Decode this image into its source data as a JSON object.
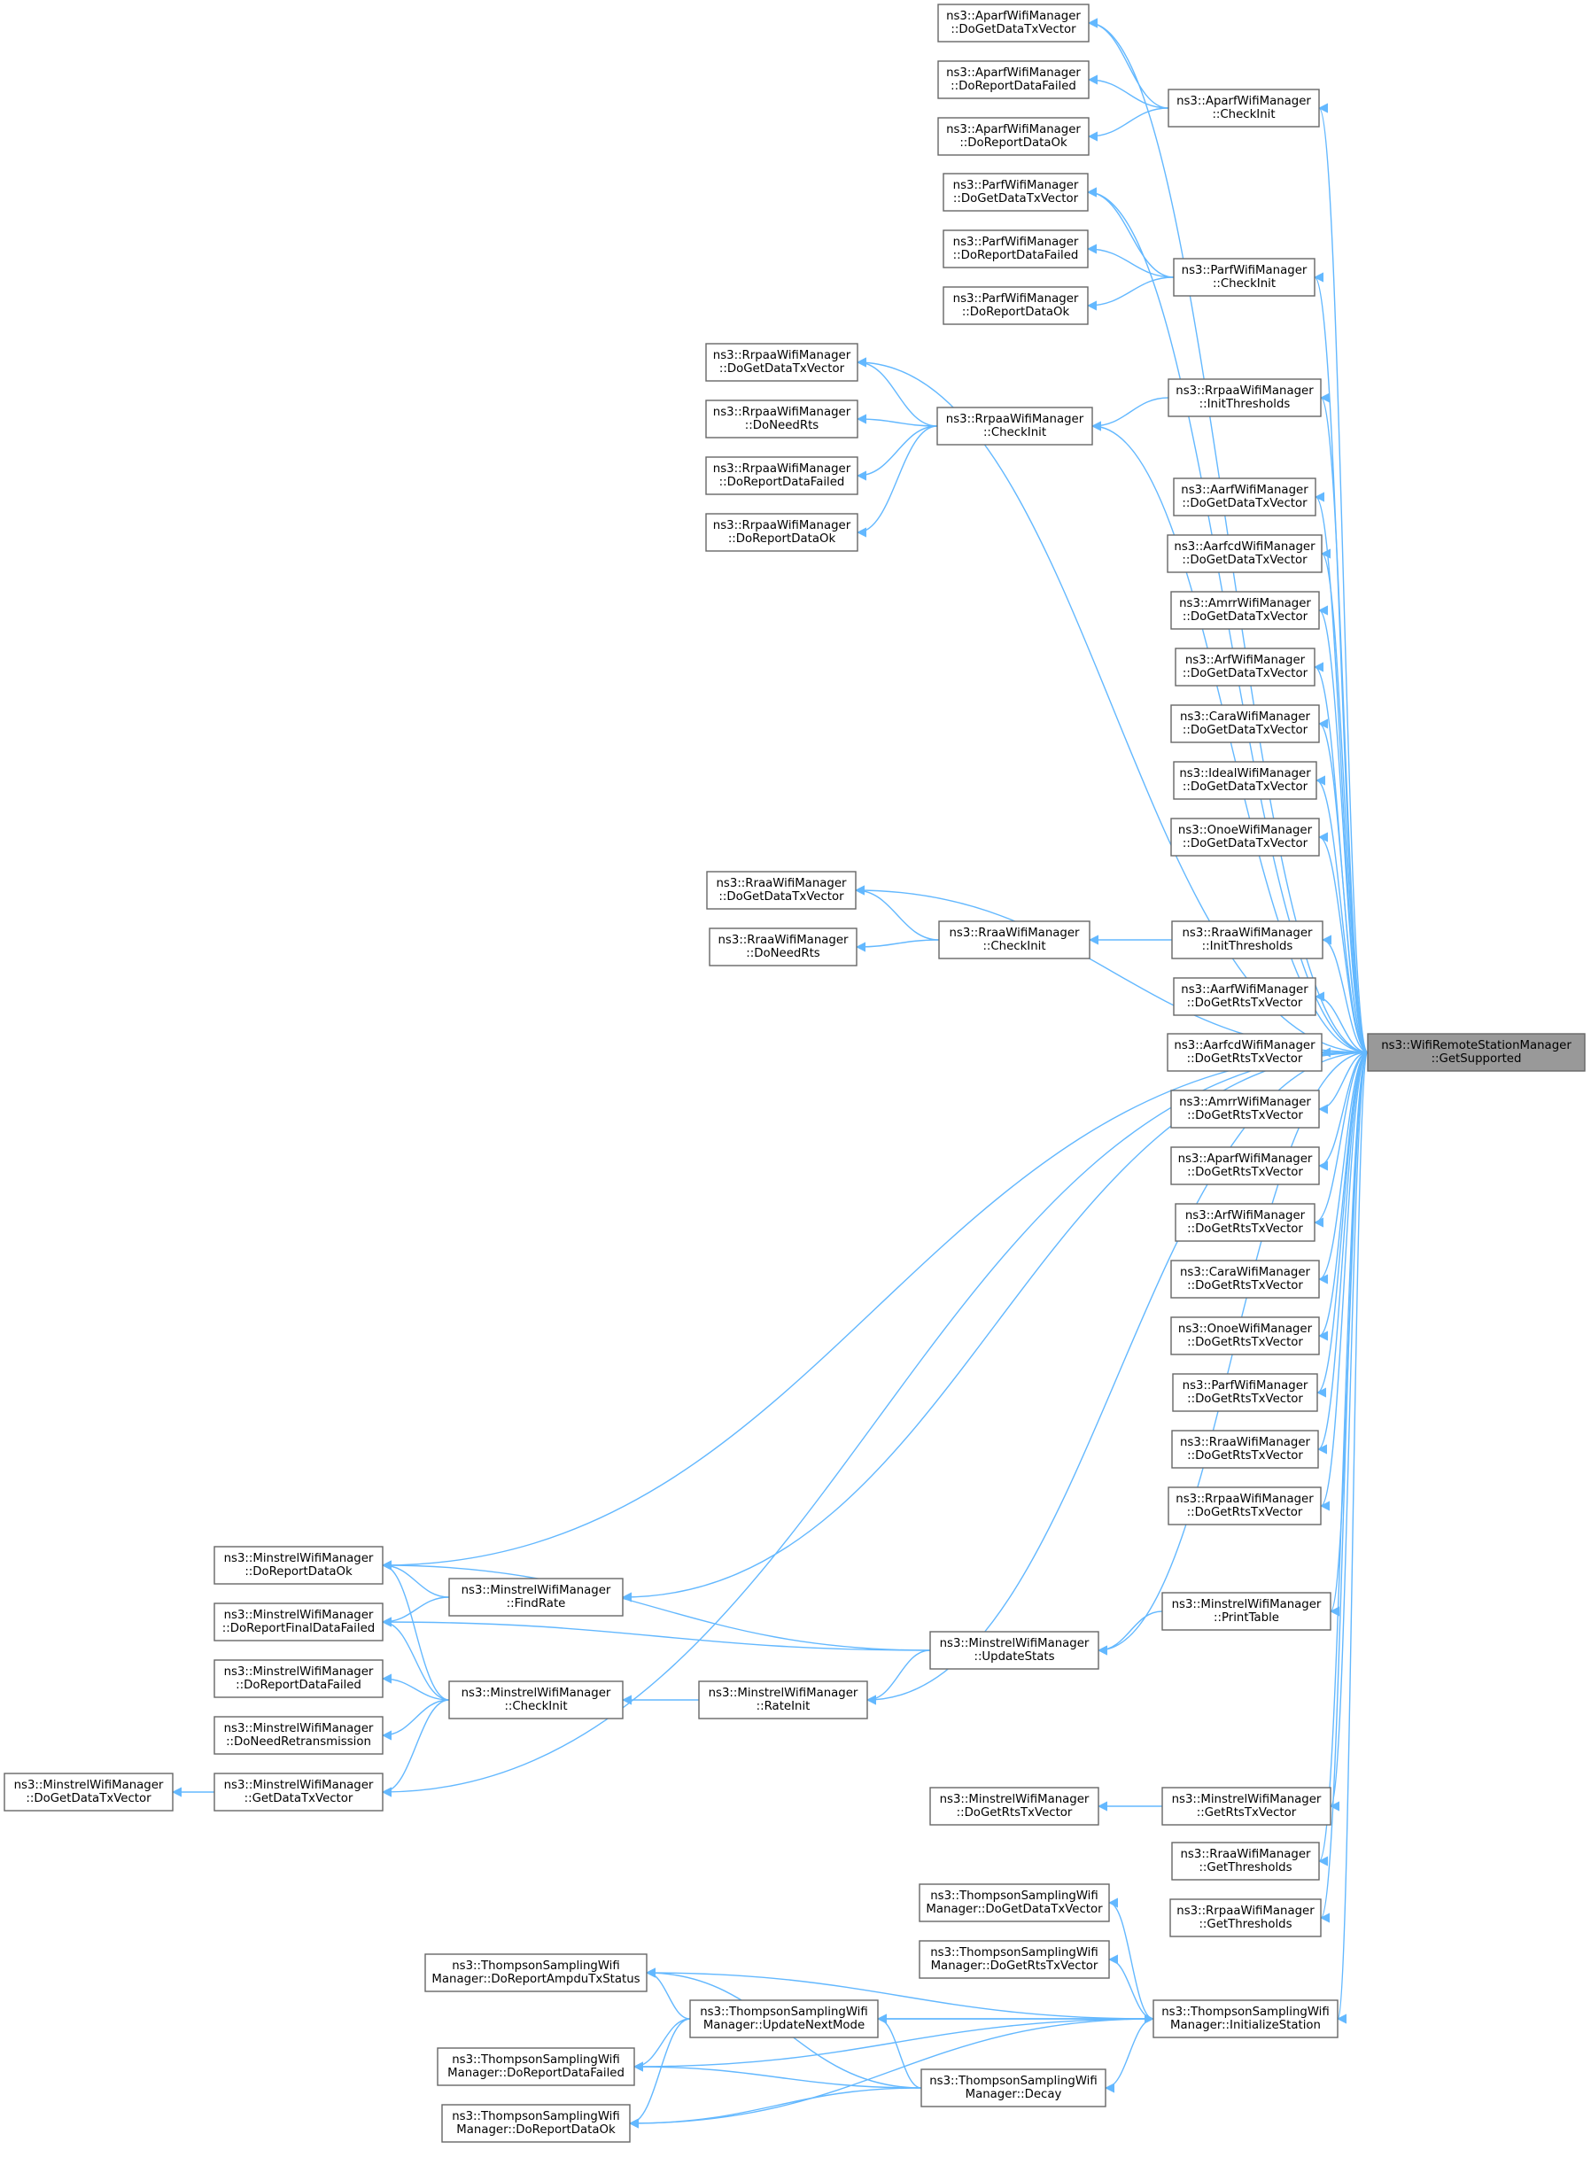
{
  "diagram": {
    "target": {
      "id": "T",
      "lines": [
        "ns3::WifiRemoteStationManager",
        "::GetSupported"
      ]
    },
    "nodes": [
      {
        "id": "A1",
        "lines": [
          "ns3::AparfWifiManager",
          "::DoGetDataTxVector"
        ]
      },
      {
        "id": "A2",
        "lines": [
          "ns3::AparfWifiManager",
          "::DoReportDataFailed"
        ]
      },
      {
        "id": "A3",
        "lines": [
          "ns3::AparfWifiManager",
          "::DoReportDataOk"
        ]
      },
      {
        "id": "AC",
        "lines": [
          "ns3::AparfWifiManager",
          "::CheckInit"
        ]
      },
      {
        "id": "P1",
        "lines": [
          "ns3::ParfWifiManager",
          "::DoGetDataTxVector"
        ]
      },
      {
        "id": "P2",
        "lines": [
          "ns3::ParfWifiManager",
          "::DoReportDataFailed"
        ]
      },
      {
        "id": "P3",
        "lines": [
          "ns3::ParfWifiManager",
          "::DoReportDataOk"
        ]
      },
      {
        "id": "PC",
        "lines": [
          "ns3::ParfWifiManager",
          "::CheckInit"
        ]
      },
      {
        "id": "R1",
        "lines": [
          "ns3::RrpaaWifiManager",
          "::DoGetDataTxVector"
        ]
      },
      {
        "id": "R2",
        "lines": [
          "ns3::RrpaaWifiManager",
          "::DoNeedRts"
        ]
      },
      {
        "id": "R3",
        "lines": [
          "ns3::RrpaaWifiManager",
          "::DoReportDataFailed"
        ]
      },
      {
        "id": "R4",
        "lines": [
          "ns3::RrpaaWifiManager",
          "::DoReportDataOk"
        ]
      },
      {
        "id": "RC",
        "lines": [
          "ns3::RrpaaWifiManager",
          "::CheckInit"
        ]
      },
      {
        "id": "RI",
        "lines": [
          "ns3::RrpaaWifiManager",
          "::InitThresholds"
        ]
      },
      {
        "id": "G1",
        "lines": [
          "ns3::AarfWifiManager",
          "::DoGetDataTxVector"
        ]
      },
      {
        "id": "G2",
        "lines": [
          "ns3::AarfcdWifiManager",
          "::DoGetDataTxVector"
        ]
      },
      {
        "id": "G3",
        "lines": [
          "ns3::AmrrWifiManager",
          "::DoGetDataTxVector"
        ]
      },
      {
        "id": "G4",
        "lines": [
          "ns3::ArfWifiManager",
          "::DoGetDataTxVector"
        ]
      },
      {
        "id": "G5",
        "lines": [
          "ns3::CaraWifiManager",
          "::DoGetDataTxVector"
        ]
      },
      {
        "id": "G6",
        "lines": [
          "ns3::IdealWifiManager",
          "::DoGetDataTxVector"
        ]
      },
      {
        "id": "G7",
        "lines": [
          "ns3::OnoeWifiManager",
          "::DoGetDataTxVector"
        ]
      },
      {
        "id": "Q1",
        "lines": [
          "ns3::RraaWifiManager",
          "::DoGetDataTxVector"
        ]
      },
      {
        "id": "Q2",
        "lines": [
          "ns3::RraaWifiManager",
          "::DoNeedRts"
        ]
      },
      {
        "id": "QC",
        "lines": [
          "ns3::RraaWifiManager",
          "::CheckInit"
        ]
      },
      {
        "id": "QI",
        "lines": [
          "ns3::RraaWifiManager",
          "::InitThresholds"
        ]
      },
      {
        "id": "S1",
        "lines": [
          "ns3::AarfWifiManager",
          "::DoGetRtsTxVector"
        ]
      },
      {
        "id": "S2",
        "lines": [
          "ns3::AarfcdWifiManager",
          "::DoGetRtsTxVector"
        ]
      },
      {
        "id": "S3",
        "lines": [
          "ns3::AmrrWifiManager",
          "::DoGetRtsTxVector"
        ]
      },
      {
        "id": "S4",
        "lines": [
          "ns3::AparfWifiManager",
          "::DoGetRtsTxVector"
        ]
      },
      {
        "id": "S5",
        "lines": [
          "ns3::ArfWifiManager",
          "::DoGetRtsTxVector"
        ]
      },
      {
        "id": "S6",
        "lines": [
          "ns3::CaraWifiManager",
          "::DoGetRtsTxVector"
        ]
      },
      {
        "id": "S7",
        "lines": [
          "ns3::OnoeWifiManager",
          "::DoGetRtsTxVector"
        ]
      },
      {
        "id": "S8",
        "lines": [
          "ns3::ParfWifiManager",
          "::DoGetRtsTxVector"
        ]
      },
      {
        "id": "S9",
        "lines": [
          "ns3::RraaWifiManager",
          "::DoGetRtsTxVector"
        ]
      },
      {
        "id": "S10",
        "lines": [
          "ns3::RrpaaWifiManager",
          "::DoGetRtsTxVector"
        ]
      },
      {
        "id": "M1",
        "lines": [
          "ns3::MinstrelWifiManager",
          "::DoReportDataOk"
        ]
      },
      {
        "id": "M2",
        "lines": [
          "ns3::MinstrelWifiManager",
          "::DoReportFinalDataFailed"
        ]
      },
      {
        "id": "M3",
        "lines": [
          "ns3::MinstrelWifiManager",
          "::DoReportDataFailed"
        ]
      },
      {
        "id": "M4",
        "lines": [
          "ns3::MinstrelWifiManager",
          "::DoNeedRetransmission"
        ]
      },
      {
        "id": "M5",
        "lines": [
          "ns3::MinstrelWifiManager",
          "::GetDataTxVector"
        ]
      },
      {
        "id": "M6",
        "lines": [
          "ns3::MinstrelWifiManager",
          "::DoGetDataTxVector"
        ]
      },
      {
        "id": "MF",
        "lines": [
          "ns3::MinstrelWifiManager",
          "::FindRate"
        ]
      },
      {
        "id": "MC",
        "lines": [
          "ns3::MinstrelWifiManager",
          "::CheckInit"
        ]
      },
      {
        "id": "MU",
        "lines": [
          "ns3::MinstrelWifiManager",
          "::UpdateStats"
        ]
      },
      {
        "id": "MR",
        "lines": [
          "ns3::MinstrelWifiManager",
          "::RateInit"
        ]
      },
      {
        "id": "MP",
        "lines": [
          "ns3::MinstrelWifiManager",
          "::PrintTable"
        ]
      },
      {
        "id": "MG",
        "lines": [
          "ns3::MinstrelWifiManager",
          "::GetRtsTxVector"
        ]
      },
      {
        "id": "M7",
        "lines": [
          "ns3::MinstrelWifiManager",
          "::DoGetRtsTxVector"
        ]
      },
      {
        "id": "QT",
        "lines": [
          "ns3::RraaWifiManager",
          "::GetThresholds"
        ]
      },
      {
        "id": "RT",
        "lines": [
          "ns3::RrpaaWifiManager",
          "::GetThresholds"
        ]
      },
      {
        "id": "T1",
        "lines": [
          "ns3::ThompsonSamplingWifi",
          "Manager::DoGetDataTxVector"
        ]
      },
      {
        "id": "T2",
        "lines": [
          "ns3::ThompsonSamplingWifi",
          "Manager::DoGetRtsTxVector"
        ]
      },
      {
        "id": "T3",
        "lines": [
          "ns3::ThompsonSamplingWifi",
          "Manager::DoReportAmpduTxStatus"
        ]
      },
      {
        "id": "TU",
        "lines": [
          "ns3::ThompsonSamplingWifi",
          "Manager::UpdateNextMode"
        ]
      },
      {
        "id": "T4",
        "lines": [
          "ns3::ThompsonSamplingWifi",
          "Manager::DoReportDataFailed"
        ]
      },
      {
        "id": "TD",
        "lines": [
          "ns3::ThompsonSamplingWifi",
          "Manager::Decay"
        ]
      },
      {
        "id": "T5",
        "lines": [
          "ns3::ThompsonSamplingWifi",
          "Manager::DoReportDataOk"
        ]
      },
      {
        "id": "TI",
        "lines": [
          "ns3::ThompsonSamplingWifi",
          "Manager::InitializeStation"
        ]
      }
    ],
    "edges": [
      [
        "A1",
        "AC"
      ],
      [
        "A2",
        "AC"
      ],
      [
        "A3",
        "AC"
      ],
      [
        "AC",
        "T"
      ],
      [
        "A1",
        "T"
      ],
      [
        "P1",
        "PC"
      ],
      [
        "P2",
        "PC"
      ],
      [
        "P3",
        "PC"
      ],
      [
        "PC",
        "T"
      ],
      [
        "P1",
        "T"
      ],
      [
        "R1",
        "RC"
      ],
      [
        "R2",
        "RC"
      ],
      [
        "R3",
        "RC"
      ],
      [
        "R4",
        "RC"
      ],
      [
        "RC",
        "T"
      ],
      [
        "R1",
        "T"
      ],
      [
        "RC",
        "RI"
      ],
      [
        "RI",
        "T"
      ],
      [
        "G1",
        "T"
      ],
      [
        "G2",
        "T"
      ],
      [
        "G3",
        "T"
      ],
      [
        "G4",
        "T"
      ],
      [
        "G5",
        "T"
      ],
      [
        "G6",
        "T"
      ],
      [
        "G7",
        "T"
      ],
      [
        "Q1",
        "QC"
      ],
      [
        "Q2",
        "QC"
      ],
      [
        "QC",
        "QI"
      ],
      [
        "QI",
        "T"
      ],
      [
        "Q1",
        "T"
      ],
      [
        "S1",
        "T"
      ],
      [
        "S2",
        "T"
      ],
      [
        "S3",
        "T"
      ],
      [
        "S4",
        "T"
      ],
      [
        "S5",
        "T"
      ],
      [
        "S6",
        "T"
      ],
      [
        "S7",
        "T"
      ],
      [
        "S8",
        "T"
      ],
      [
        "S9",
        "T"
      ],
      [
        "S10",
        "T"
      ],
      [
        "M1",
        "T"
      ],
      [
        "M1",
        "MF"
      ],
      [
        "MF",
        "T"
      ],
      [
        "M1",
        "MC"
      ],
      [
        "M1",
        "MU"
      ],
      [
        "M2",
        "MF"
      ],
      [
        "M2",
        "MU"
      ],
      [
        "M2",
        "MC"
      ],
      [
        "M3",
        "MC"
      ],
      [
        "M4",
        "MC"
      ],
      [
        "M5",
        "MC"
      ],
      [
        "M6",
        "M5"
      ],
      [
        "M5",
        "T"
      ],
      [
        "MC",
        "MR"
      ],
      [
        "MR",
        "T"
      ],
      [
        "MR",
        "MU"
      ],
      [
        "MU",
        "T"
      ],
      [
        "MU",
        "MP"
      ],
      [
        "MP",
        "T"
      ],
      [
        "M7",
        "MG"
      ],
      [
        "MG",
        "T"
      ],
      [
        "QT",
        "T"
      ],
      [
        "RT",
        "T"
      ],
      [
        "T1",
        "TI"
      ],
      [
        "T2",
        "TI"
      ],
      [
        "T3",
        "TI"
      ],
      [
        "T3",
        "TU"
      ],
      [
        "TU",
        "TI"
      ],
      [
        "TI",
        "TU"
      ],
      [
        "TU",
        "TD"
      ],
      [
        "T4",
        "TU"
      ],
      [
        "T4",
        "TD"
      ],
      [
        "T4",
        "TI"
      ],
      [
        "T5",
        "TU"
      ],
      [
        "T5",
        "TD"
      ],
      [
        "T5",
        "TI"
      ],
      [
        "TD",
        "TI"
      ],
      [
        "T3",
        "TD"
      ],
      [
        "TI",
        "T"
      ]
    ]
  }
}
